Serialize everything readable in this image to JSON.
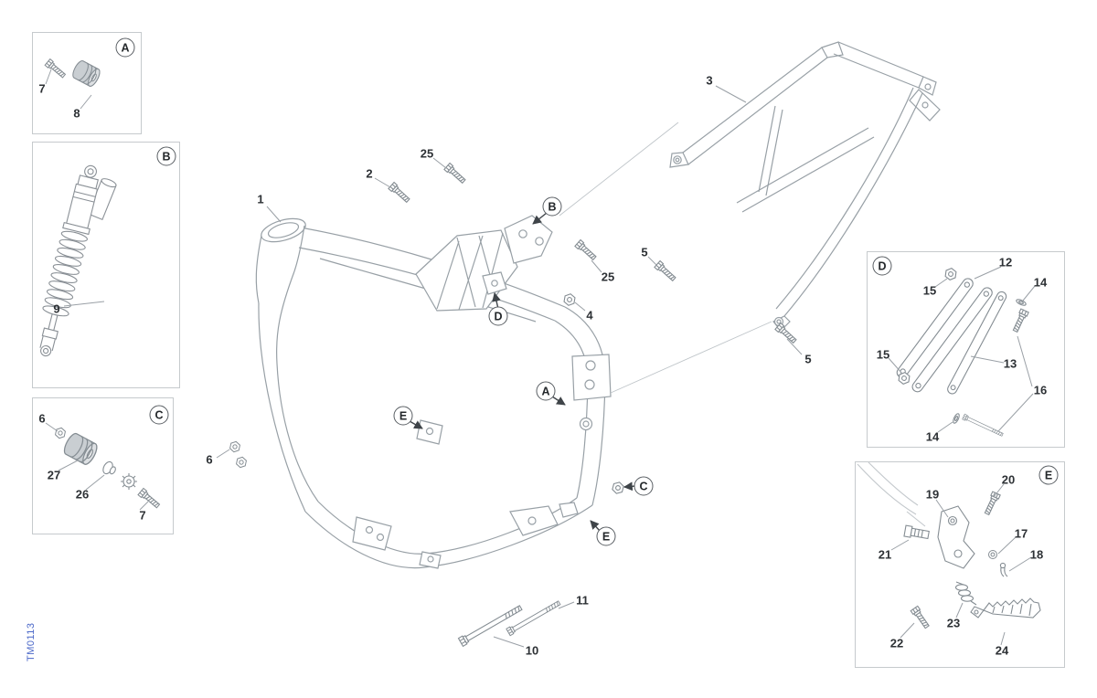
{
  "page": {
    "watermark": "TM0113",
    "line_color": "#98a0a6",
    "label_color": "#2d3135",
    "watermark_color": "#4a67c8"
  },
  "insets": {
    "a": {
      "letter": "A",
      "parts": [
        "7",
        "8"
      ]
    },
    "b": {
      "letter": "B",
      "parts": [
        "9"
      ]
    },
    "c": {
      "letter": "C",
      "parts": [
        "6",
        "27",
        "26",
        "7"
      ]
    },
    "d": {
      "letter": "D",
      "parts": [
        "15",
        "12",
        "14",
        "13",
        "16",
        "15",
        "14"
      ]
    },
    "e": {
      "letter": "E",
      "parts": [
        "20",
        "19",
        "21",
        "17",
        "18",
        "23",
        "22",
        "24"
      ]
    }
  },
  "main": {
    "callouts": [
      "1",
      "2",
      "25",
      "25",
      "4",
      "5",
      "5",
      "3",
      "6",
      "10",
      "11"
    ],
    "markers": [
      "B",
      "D",
      "A",
      "C",
      "E",
      "E"
    ]
  }
}
